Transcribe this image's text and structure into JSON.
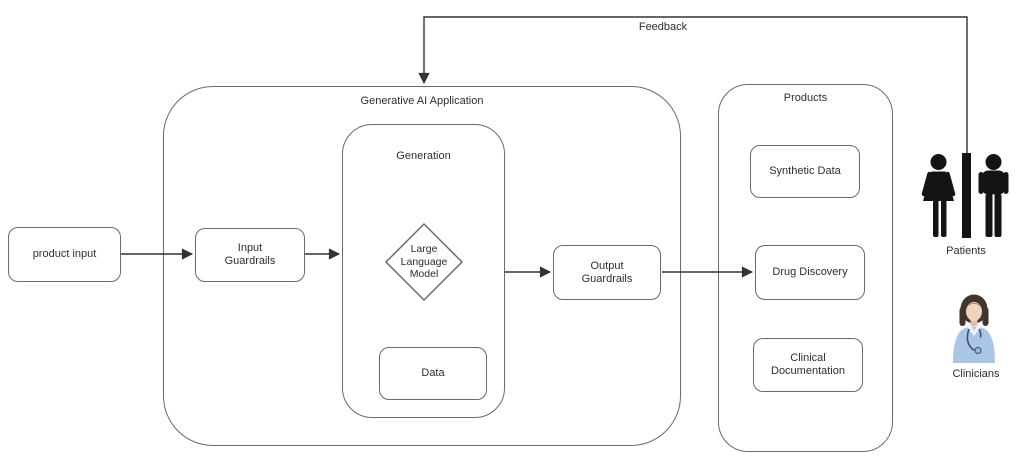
{
  "diagram": {
    "feedback_label": "Feedback",
    "genai_container_label": "Generative AI Application",
    "generation_container_label": "Generation",
    "products_container_label": "Products",
    "product_input_label": "product input",
    "input_guardrails_label": "Input\nGuardrails",
    "llm_label": "Large\nLanguage\nModel",
    "data_label": "Data",
    "output_guardrails_label": "Output\nGuardrails",
    "synthetic_data_label": "Synthetic Data",
    "drug_discovery_label": "Drug Discovery",
    "clinical_documentation_label": "Clinical\nDocumentation",
    "patients_label": "Patients",
    "clinicians_label": "Clinicians"
  },
  "icons": {
    "patients": "restroom-man-woman-icon",
    "clinicians": "clinician-person-icon"
  },
  "colors": {
    "background": "#ffffff",
    "box_border": "#6b6b6b",
    "arrow": "#333333",
    "text": "#2e2e2e",
    "icon_black": "#141414",
    "clinician_shirt": "#a9c6e6",
    "clinician_hair": "#42352b",
    "clinician_skin": "#f0d3bd"
  }
}
